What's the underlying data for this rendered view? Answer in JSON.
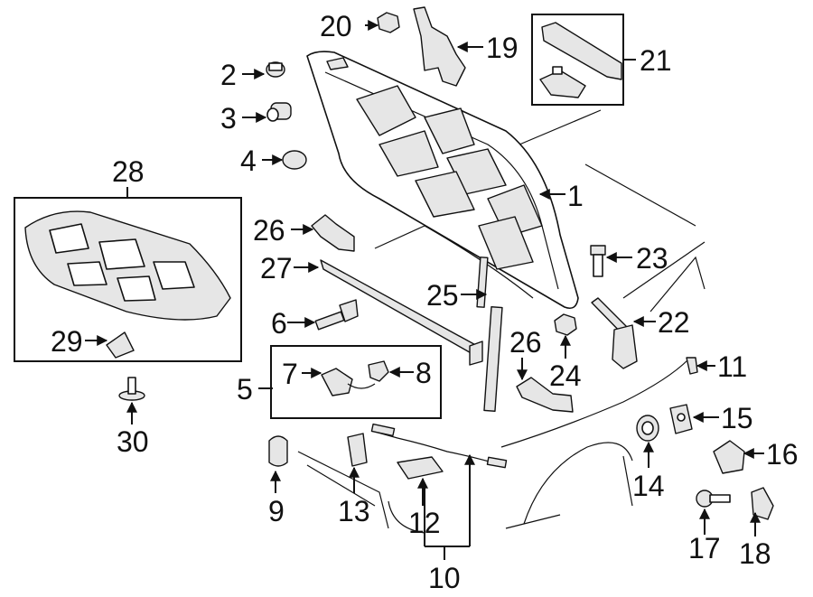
{
  "callouts": {
    "c1": "1",
    "c2": "2",
    "c3": "3",
    "c4": "4",
    "c5": "5",
    "c6": "6",
    "c7": "7",
    "c8": "8",
    "c9": "9",
    "c10": "10",
    "c11": "11",
    "c12": "12",
    "c13": "13",
    "c14": "14",
    "c15": "15",
    "c16": "16",
    "c17": "17",
    "c18": "18",
    "c19": "19",
    "c20": "20",
    "c21": "21",
    "c22": "22",
    "c23": "23",
    "c24": "24",
    "c25": "25",
    "c26a": "26",
    "c26b": "26",
    "c27": "27",
    "c28": "28",
    "c29": "29",
    "c30": "30"
  }
}
